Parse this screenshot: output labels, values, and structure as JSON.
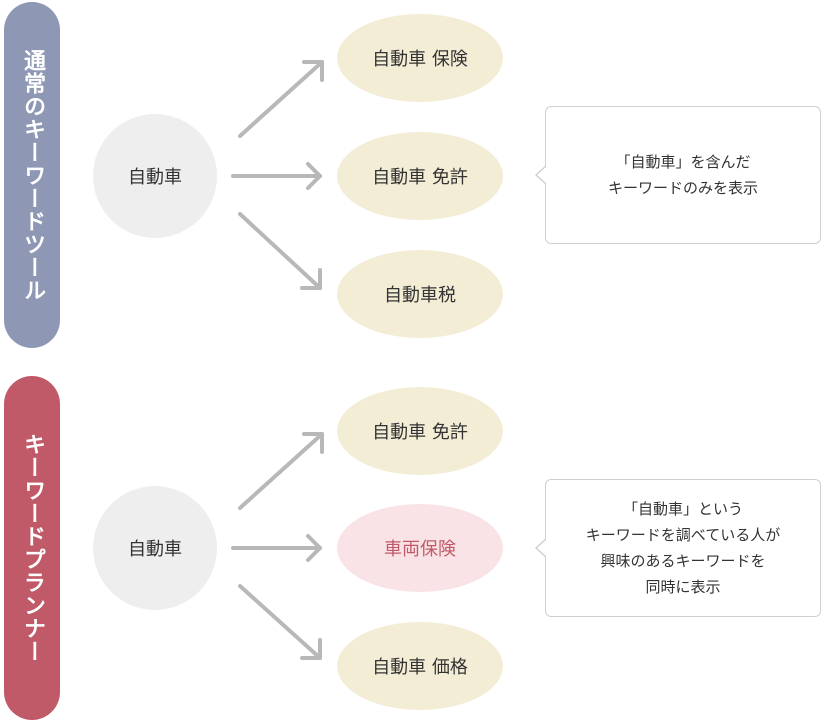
{
  "panels": [
    {
      "label": "通常のキーワードツール",
      "source": "自動車",
      "targets": [
        {
          "text": "自動車 保険",
          "highlight": false
        },
        {
          "text": "自動車 免許",
          "highlight": false
        },
        {
          "text": "自動車税",
          "highlight": false
        }
      ],
      "note_lines": [
        "「自動車」を含んだ",
        "キーワードのみを表示"
      ]
    },
    {
      "label": "キーワードプランナー",
      "source": "自動車",
      "targets": [
        {
          "text": "自動車 免許",
          "highlight": false
        },
        {
          "text": "車両保険",
          "highlight": true
        },
        {
          "text": "自動車 価格",
          "highlight": false
        }
      ],
      "note_lines": [
        "「自動車」という",
        "キーワードを調べている人が",
        "興味のあるキーワードを",
        "同時に表示"
      ]
    }
  ],
  "colors": {
    "tool_label_bg": "#8e97b4",
    "planner_label_bg": "#c05a68",
    "source_bg": "#eeeeee",
    "target_bg": "#f3edd6",
    "highlight_bg": "#fae3e6",
    "highlight_text": "#c05a68",
    "arrow": "#b8b8b8"
  }
}
